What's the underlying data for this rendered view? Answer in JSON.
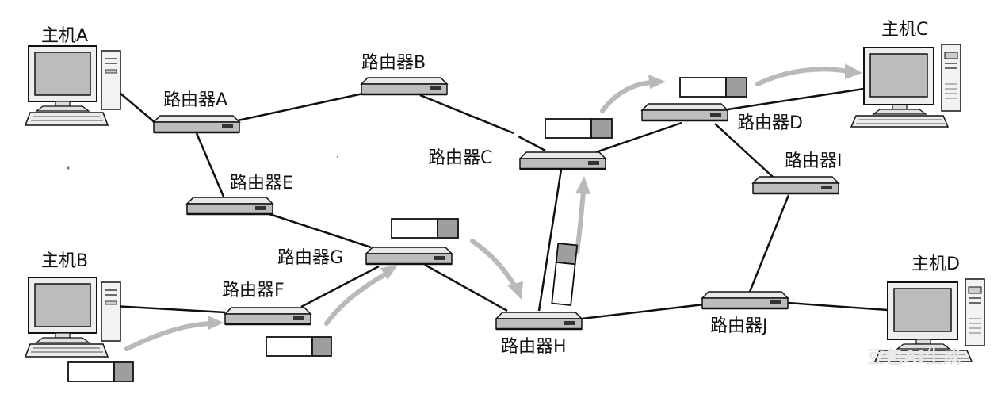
{
  "colors": {
    "line": "#111111",
    "router_top": "#e9e9e9",
    "router_front": "#bdbdbd",
    "packet_header": "#9e9e9e",
    "arrow": "#b9b9b9",
    "screen": "#bcbcbc"
  },
  "hosts": {
    "a": "主机A",
    "b": "主机B",
    "c": "主机C",
    "d": "主机D"
  },
  "routers": {
    "a": "路由器A",
    "b": "路由器B",
    "c": "路由器C",
    "d": "路由器D",
    "e": "路由器E",
    "f": "路由器F",
    "g": "路由器G",
    "h": "路由器H",
    "i": "路由器I",
    "j": "路由器J"
  },
  "icons": {
    "host": "desktop-computer-icon",
    "router": "router-icon",
    "packet": "data-packet-icon",
    "arrow": "path-arrow-icon"
  },
  "links": [
    [
      "host_a",
      "router_a"
    ],
    [
      "router_a",
      "router_b"
    ],
    [
      "router_a",
      "router_e"
    ],
    [
      "router_b",
      "router_c"
    ],
    [
      "router_e",
      "router_g"
    ],
    [
      "host_b",
      "router_f"
    ],
    [
      "router_f",
      "router_g"
    ],
    [
      "router_g",
      "router_h"
    ],
    [
      "router_h",
      "router_c"
    ],
    [
      "router_h",
      "router_j"
    ],
    [
      "router_c",
      "router_d"
    ],
    [
      "router_d",
      "host_c"
    ],
    [
      "router_d",
      "router_i"
    ],
    [
      "router_i",
      "router_j"
    ],
    [
      "router_j",
      "host_d"
    ]
  ],
  "packet_route": [
    "host_b",
    "router_f",
    "router_g",
    "router_h",
    "router_c",
    "router_d",
    "host_c"
  ],
  "watermark": "豆包AI生成"
}
